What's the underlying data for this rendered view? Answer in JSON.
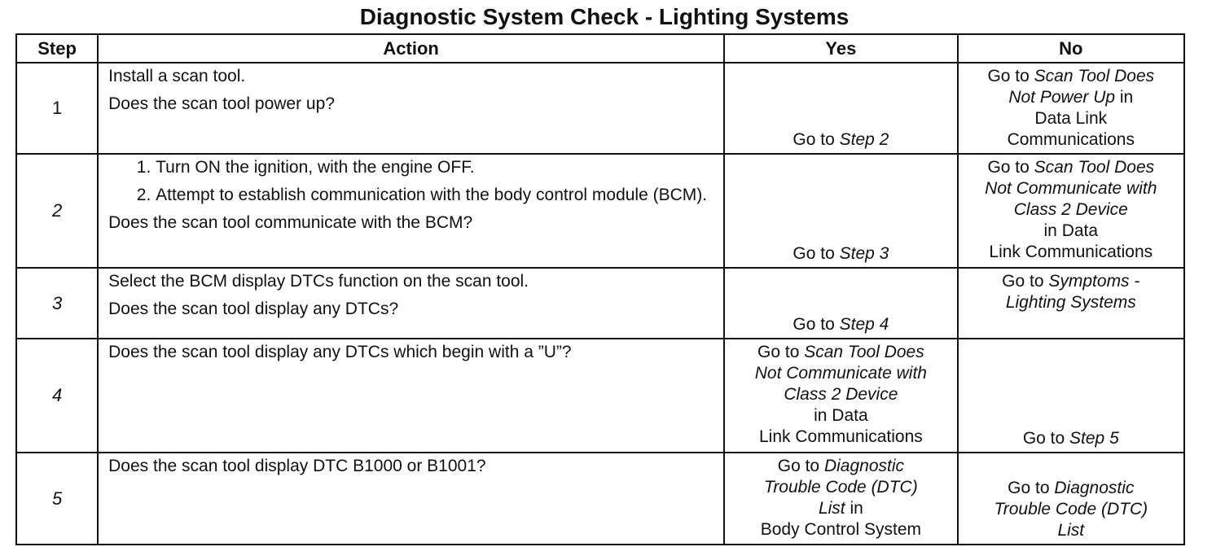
{
  "title": "Diagnostic System Check - Lighting Systems",
  "headers": {
    "step": "Step",
    "action": "Action",
    "yes": "Yes",
    "no": "No"
  },
  "rows": [
    {
      "step": "1",
      "action": {
        "lines": [
          "Install a scan tool.",
          "Does the scan tool power up?"
        ]
      },
      "yes": {
        "prefix": "Go to ",
        "link": "Step 2"
      },
      "no": {
        "prefix": "Go to ",
        "link_1": "Scan Tool Does",
        "link_2": "Not Power Up",
        "suffix": " in",
        "line_3": "Data Link",
        "line_4": "Communications"
      }
    },
    {
      "step": "2",
      "action": {
        "items": [
          "Turn ON the ignition, with the engine OFF.",
          "Attempt to establish communication with the body control module (BCM)."
        ],
        "question": "Does the scan tool communicate with the BCM?"
      },
      "yes": {
        "prefix": "Go to ",
        "link": "Step 3"
      },
      "no": {
        "prefix": "Go to ",
        "link_1": "Scan Tool Does",
        "link_2": "Not Communicate with",
        "link_3": "Class 2 Device",
        "line_4": "in Data",
        "line_5": "Link Communications"
      }
    },
    {
      "step": "3",
      "action": {
        "lines": [
          "Select the BCM display DTCs function on the scan tool.",
          "Does the scan tool display any DTCs?"
        ]
      },
      "yes": {
        "prefix": "Go to ",
        "link": "Step 4"
      },
      "no": {
        "prefix": "Go to ",
        "link_1": "Symptoms -",
        "link_2": "Lighting Systems"
      }
    },
    {
      "step": "4",
      "action": {
        "lines": [
          "Does the scan tool display any DTCs which begin with a ”U”?"
        ]
      },
      "yes": {
        "prefix": "Go to ",
        "link_1": "Scan Tool Does",
        "link_2": "Not Communicate with",
        "link_3": "Class 2 Device",
        "line_4": "in Data",
        "line_5": "Link Communications"
      },
      "no": {
        "prefix": "Go to ",
        "link": "Step 5"
      }
    },
    {
      "step": "5",
      "action": {
        "lines": [
          "Does the scan tool display DTC B1000 or B1001?"
        ]
      },
      "yes": {
        "prefix": "Go to ",
        "link_1": "Diagnostic",
        "link_2": "Trouble Code (DTC)",
        "link_3": "List",
        "suffix": "  in",
        "line_4": "Body Control System"
      },
      "no": {
        "prefix": "Go to ",
        "link_1": "Diagnostic",
        "link_2": "Trouble Code (DTC)",
        "link_3": "List"
      }
    }
  ]
}
